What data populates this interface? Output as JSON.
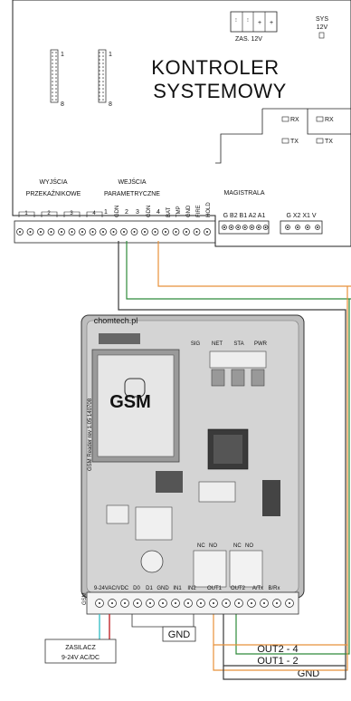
{
  "controller": {
    "title_line1": "KONTROLER",
    "title_line2": "SYSTEMOWY",
    "power_label": "ZAS. 12V",
    "sys_label": "SYS",
    "sys_voltage": "12V",
    "header_left": {
      "pin1": "1",
      "pin8": "8"
    },
    "header_right": {
      "pin1": "1",
      "pin8": "8"
    },
    "port1": {
      "rx": "RX",
      "tx": "TX"
    },
    "port2": {
      "rx": "RX",
      "tx": "TX"
    },
    "relay_outputs_title_line1": "WYJŚCIA",
    "relay_outputs_title_line2": "PRZEKAŹNIKOWE",
    "relay_numbers": [
      "1",
      "2",
      "3",
      "4"
    ],
    "param_inputs_title_line1": "WEJŚCIA",
    "param_inputs_title_line2": "PARAMETRYCZNE",
    "param_terminals": [
      "1",
      "GDN",
      "2",
      "3",
      "GDN",
      "4"
    ],
    "special_inputs": [
      "BAT",
      "TMP",
      "GND",
      "FIRE",
      "HOLD"
    ],
    "bus_title": "MAGISTRALA",
    "bus_terminals": "G B2 B1 A2 A1",
    "expansion_terminals": "G X2 X1 V"
  },
  "gsm_module": {
    "brand": "chomtech.pl",
    "title": "GSM",
    "board_text": "GSM Reader rev 1.05 140708",
    "leds": [
      "SIG",
      "NET",
      "STA",
      "PWR"
    ],
    "relay_contacts": [
      "NC",
      "NO"
    ],
    "power_terminal": "9-24VAC/VDC",
    "io_terminals": [
      "D0",
      "D1",
      "GND",
      "IN1",
      "IN2"
    ],
    "out_terminals": [
      "OUT1",
      "OUT2",
      "A/Tx",
      "B/Rx"
    ],
    "side_text": "GSM"
  },
  "wiring": {
    "gnd_box_label": "GND",
    "out2_label": "OUT2 - 4",
    "out1_label": "OUT1 - 2",
    "gnd_label": "GND",
    "colors": {
      "green": "#2e8b3a",
      "orange": "#e8913a",
      "dark": "#3a3a3a",
      "cyan": "#3cc0c8",
      "red": "#c0262b"
    }
  },
  "power_supply": {
    "line1": "ZASILACZ",
    "line2": "9-24V AC/DC"
  }
}
